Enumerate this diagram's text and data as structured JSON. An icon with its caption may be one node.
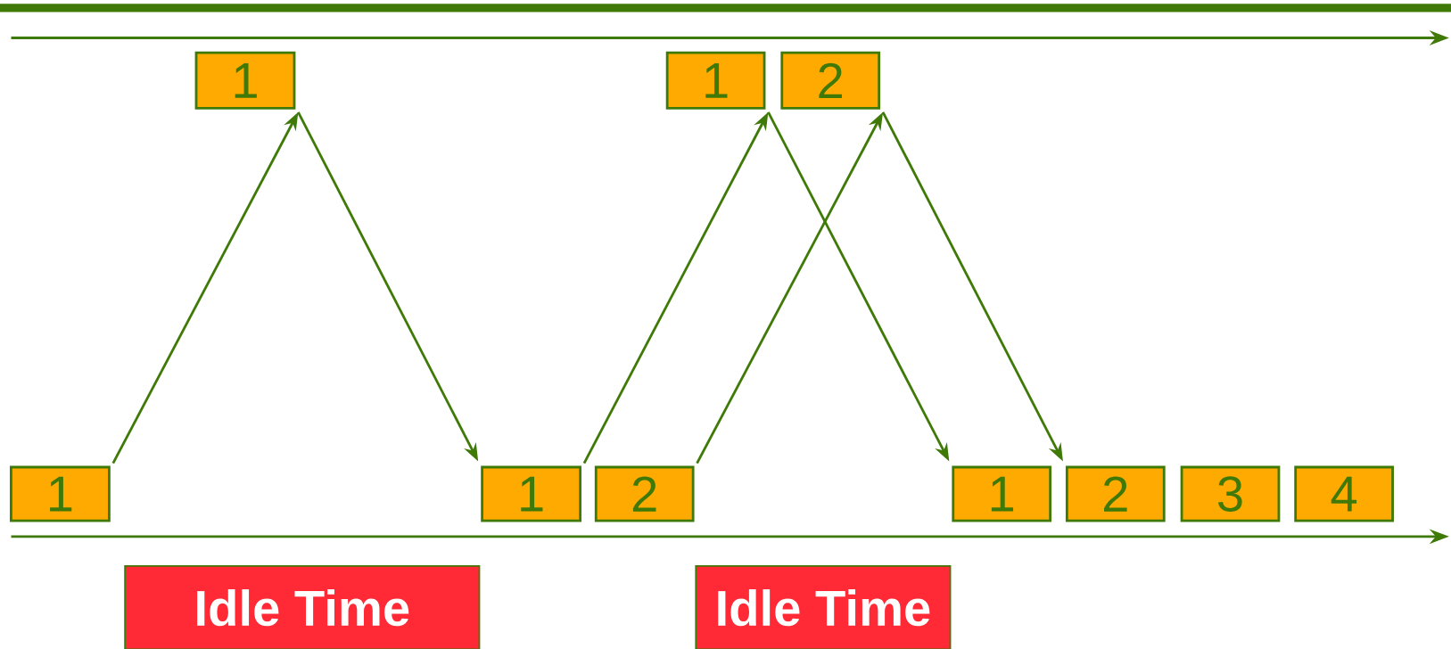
{
  "diagram": {
    "nodes": [
      {
        "text": [
          "1"
        ]
      },
      {
        "text": [
          "1"
        ]
      },
      {
        "text": [
          "2"
        ]
      },
      {
        "text": [
          "1"
        ]
      },
      {
        "text": [
          "1"
        ]
      },
      {
        "text": [
          "2"
        ]
      },
      {
        "text": [
          "1"
        ]
      },
      {
        "text": [
          "2"
        ]
      },
      {
        "text": [
          "3"
        ]
      },
      {
        "text": [
          "4"
        ]
      },
      {
        "text": [
          "Idle Time"
        ]
      },
      {
        "text": [
          "Idle Time"
        ]
      }
    ],
    "edges": [
      {
        "from": 3,
        "to": 0,
        "arrow": "to"
      },
      {
        "from": 0,
        "to": 4,
        "arrow": "to"
      },
      {
        "from": 4,
        "to": 1,
        "arrow": "to"
      },
      {
        "from": 5,
        "to": 2,
        "arrow": "to"
      },
      {
        "from": 1,
        "to": 6,
        "arrow": "to"
      },
      {
        "from": 2,
        "to": 7,
        "arrow": "to"
      }
    ]
  }
}
